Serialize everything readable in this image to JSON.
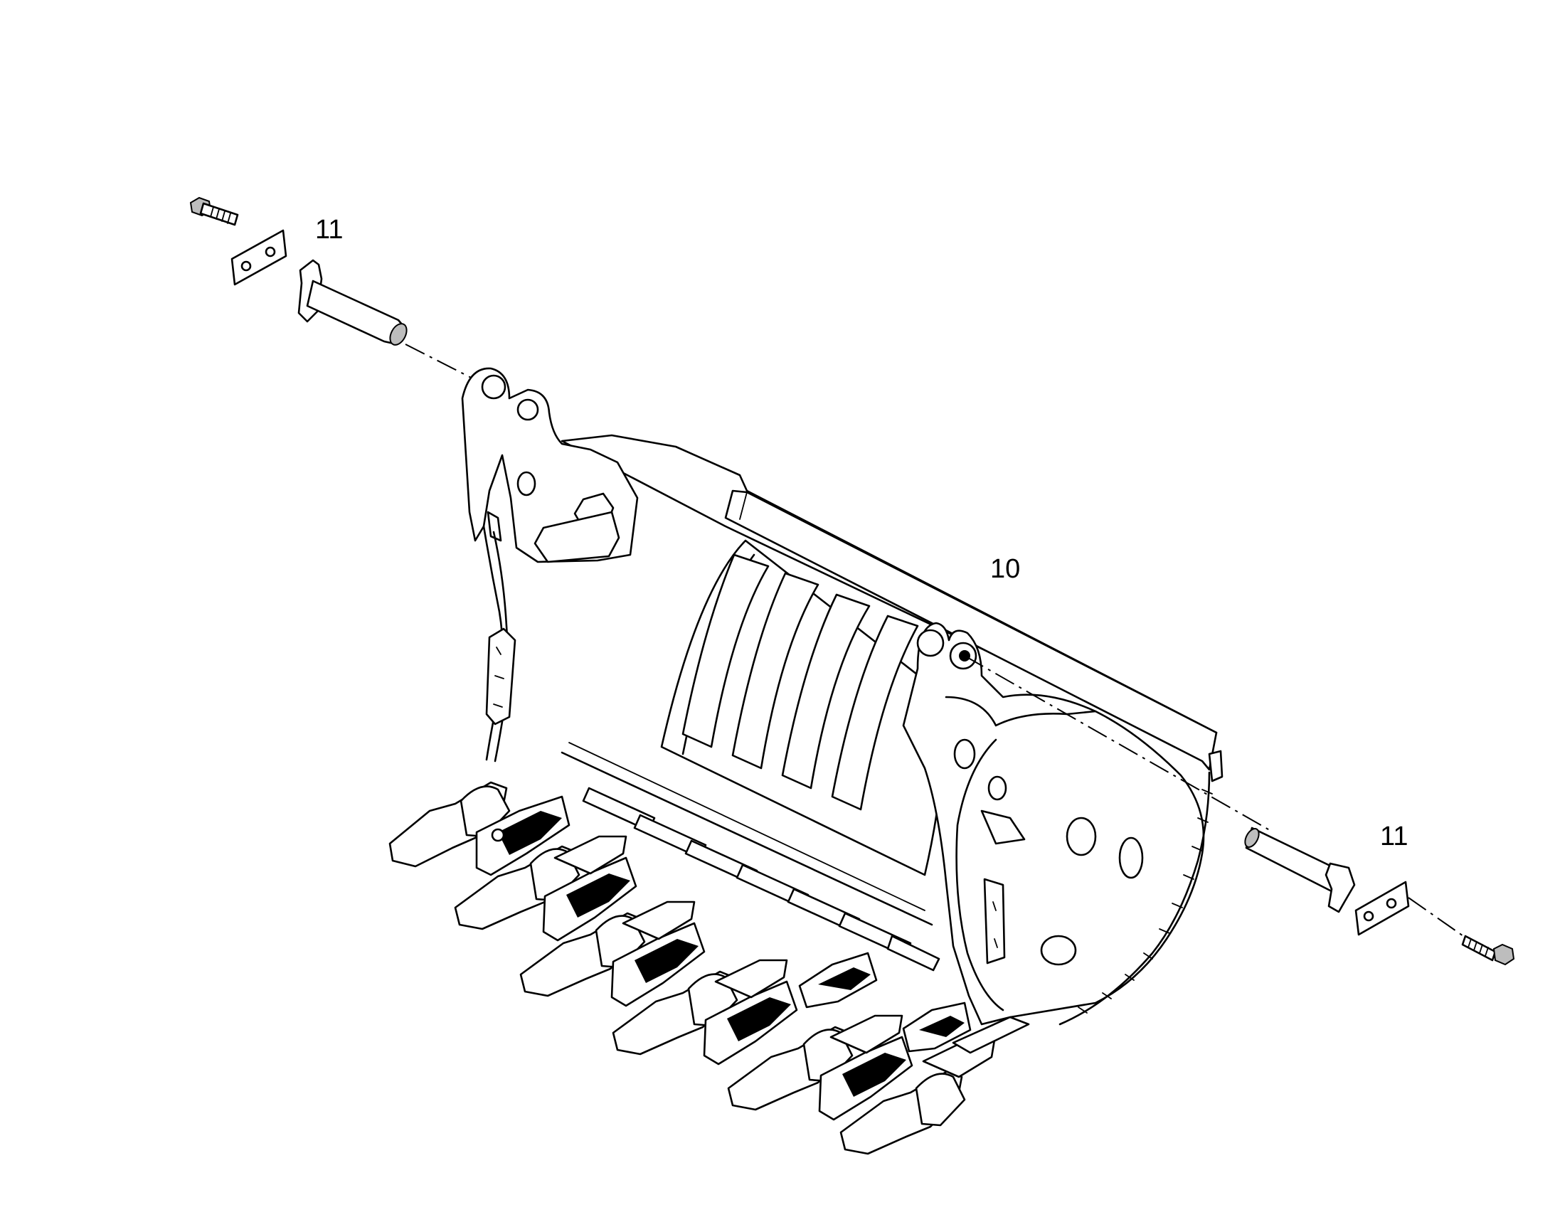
{
  "callouts": {
    "bucket": "10",
    "pin_left": "11",
    "pin_right": "11"
  }
}
